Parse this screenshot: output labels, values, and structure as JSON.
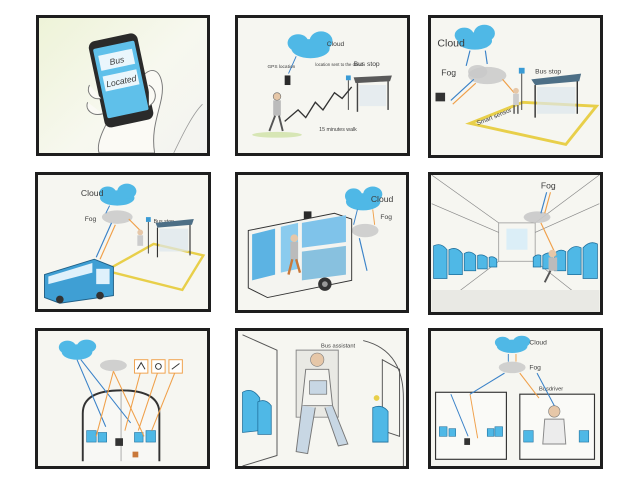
{
  "colors": {
    "cloud": "#4fb8e6",
    "fog": "#c9c9c9",
    "bus": "#3f9fd4",
    "arrow_blue": "#3a82c8",
    "arrow_orange": "#f0a04a",
    "sensor_zone": "#e8cf4a",
    "frame": "#1e1e1e",
    "paper": "#f6f6f1",
    "phone_screen": "#5fc0ea"
  },
  "panel1": {
    "phone_line1": "Bus",
    "phone_line2": "Located"
  },
  "panel2": {
    "cloud": "Cloud",
    "gps": "GPS location",
    "note": "location sent to the cloud",
    "bus_stop": "Bus stop",
    "walk": "15 minutes walk"
  },
  "panel3": {
    "cloud": "Cloud",
    "fog": "Fog",
    "bus_stop": "Bus stop",
    "sensor": "Smart sensor"
  },
  "panel4": {
    "cloud": "Cloud",
    "fog": "Fog",
    "bus_stop": "Bus stop"
  },
  "panel5": {
    "cloud": "Cloud",
    "fog": "Fog"
  },
  "panel6": {
    "fog": "Fog"
  },
  "panel8": {
    "assistant": "Bus assistant"
  },
  "panel9": {
    "cloud": "Cloud",
    "fog": "Fog",
    "driver": "Busdriver"
  }
}
